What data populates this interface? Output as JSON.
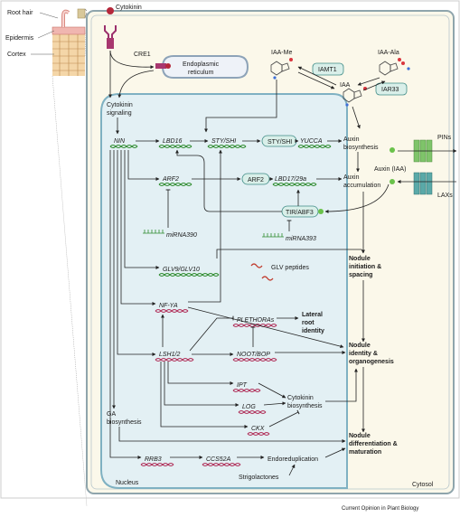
{
  "inset": {
    "root_hair": "Root hair",
    "epidermis": "Epidermis",
    "cortex": "Cortex"
  },
  "cell": {
    "cytokinin": "Cytokinin",
    "cre1": "CRE1",
    "er": [
      "Endoplasmic",
      "reticulum"
    ],
    "cytokinin_signaling": [
      "Cytokinin",
      "signaling"
    ],
    "iaa_me": "IAA-Me",
    "iamt1": "IAMT1",
    "iaa_ala": "IAA-Ala",
    "iaa": "IAA",
    "iar33": "IAR33",
    "pins": "PINs",
    "auxin_iaa": "Auxin (IAA)",
    "laxs": "LAXs",
    "cytosol": "Cytosol",
    "nucleus": "Nucleus"
  },
  "genes": {
    "nin": "NIN",
    "lbd16": "LBD16",
    "sty_shi": "STY/SHI",
    "sty_shi_prot": "STY/SHI",
    "yucca": "YUCCA",
    "arf2_gene": "ARF2",
    "arf2_prot": "ARF2",
    "lbd17": "LBD17/29a",
    "tir_abf3": "TIR/ABF3",
    "mirna390": "miRNA390",
    "mirna393": "miRNA393",
    "glv": "GLV9/GLV10",
    "glv_peptides": "GLV peptides",
    "nfya": "NF-YA",
    "plethoras": "PLETHORAs",
    "lsh": "LSH1/2",
    "noot": "NOOT/BOP",
    "ipt": "IPT",
    "log": "LOG",
    "ckx": "CKX",
    "rrb3": "RRB3",
    "ccs52a": "CCS52A"
  },
  "processes": {
    "auxin_biosynthesis": [
      "Auxin",
      "biosynthesis"
    ],
    "auxin_accumulation": [
      "Auxin",
      "accumulation"
    ],
    "nodule_initiation": [
      "Nodule",
      "initiation &",
      "spacing"
    ],
    "lateral_root": [
      "Lateral",
      "root",
      "identity"
    ],
    "nodule_identity": [
      "Nodule",
      "identity &",
      "organogenesis"
    ],
    "cytokinin_biosynthesis": [
      "Cytokinin",
      "biosynthesis"
    ],
    "ga_biosynthesis": [
      "GA",
      "biosynthesis"
    ],
    "nodule_differentiation": [
      "Nodule",
      "differentiation &",
      "maturation"
    ],
    "endoreduplication": "Endoreduplication",
    "strigolactones": "Strigolactones"
  },
  "footer": "Current Opinion in Plant Biology",
  "colors": {
    "cytosol_fill": "#fbf8ea",
    "nucleus_fill": "#e3f0f4",
    "nucleus_stroke": "#7fb1c2",
    "dna_green": "#2e8b2e",
    "dna_red": "#b0305a",
    "enzyme_fill": "#d9efe9",
    "enzyme_stroke": "#3f8c86",
    "er_fill": "#eef2f8",
    "transporter_green": "#7fc46a",
    "transporter_teal": "#5aa9a8"
  }
}
